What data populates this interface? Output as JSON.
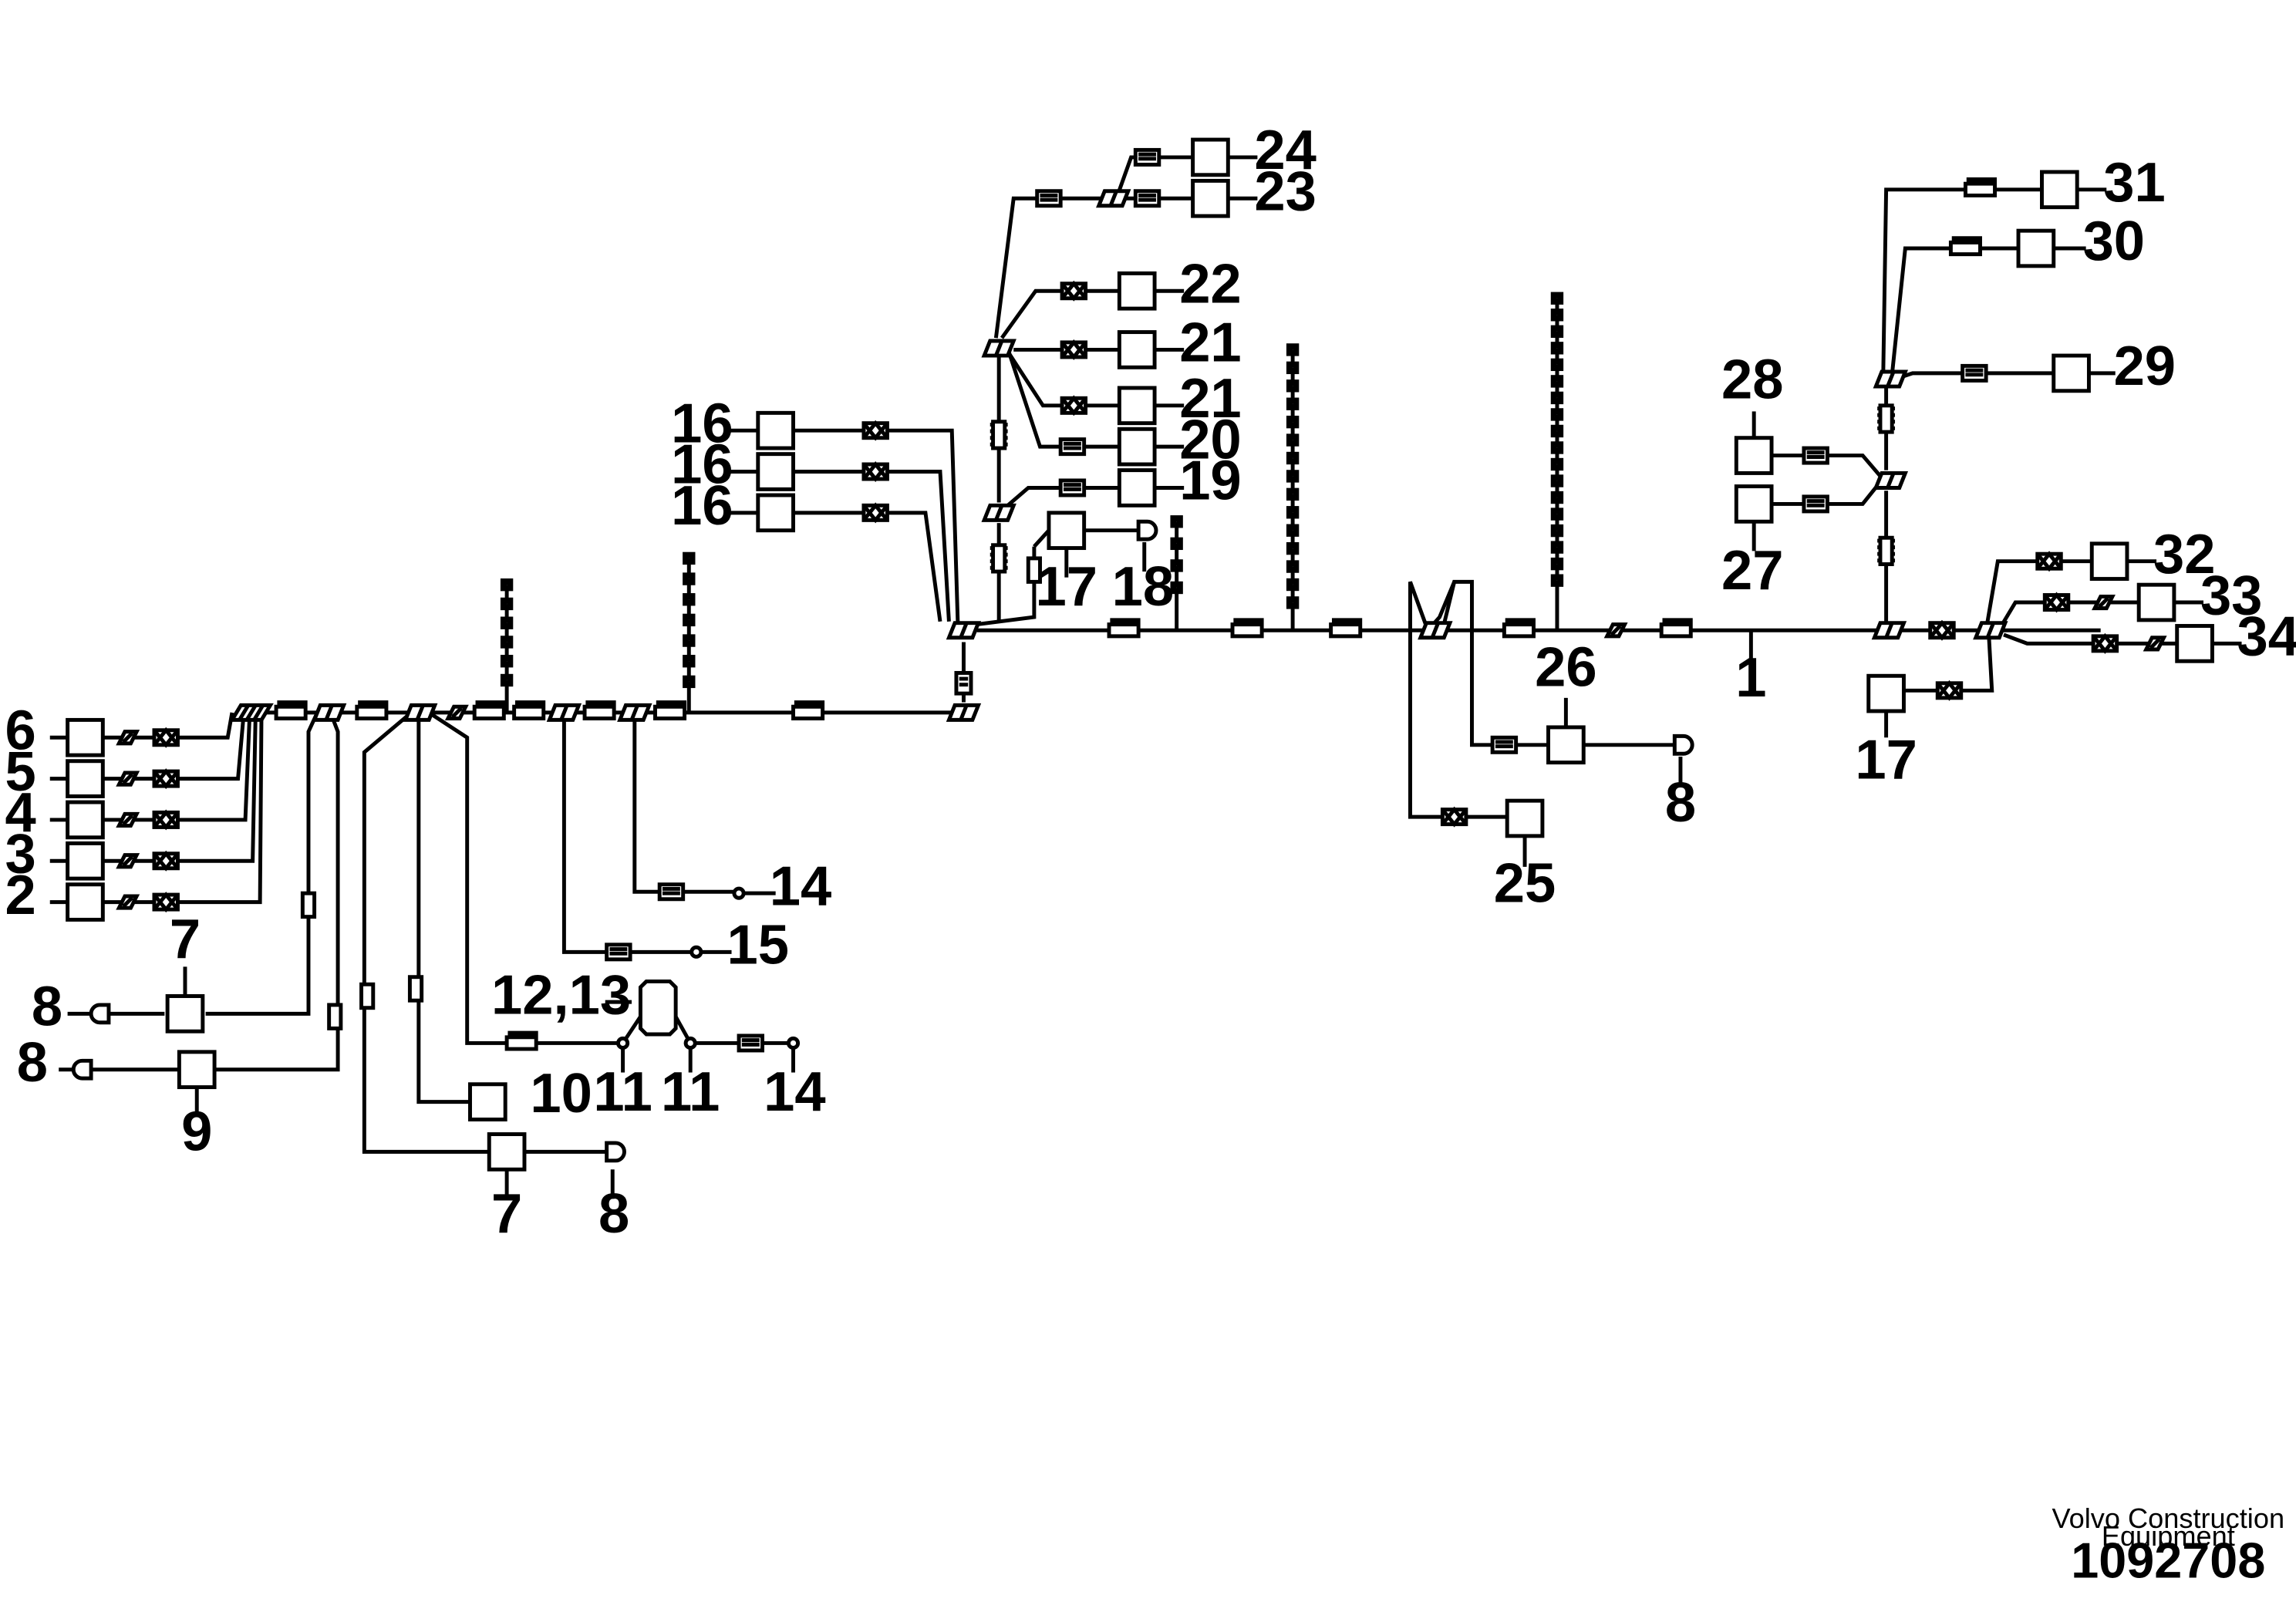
{
  "callouts": [
    {
      "id": "c1",
      "text": "1"
    },
    {
      "id": "c2",
      "text": "2"
    },
    {
      "id": "c3",
      "text": "3"
    },
    {
      "id": "c4",
      "text": "4"
    },
    {
      "id": "c5",
      "text": "5"
    },
    {
      "id": "c6",
      "text": "6"
    },
    {
      "id": "c7a",
      "text": "7"
    },
    {
      "id": "c7b",
      "text": "7"
    },
    {
      "id": "c8a",
      "text": "8"
    },
    {
      "id": "c8b",
      "text": "8"
    },
    {
      "id": "c8c",
      "text": "8"
    },
    {
      "id": "c8d",
      "text": "8"
    },
    {
      "id": "c9",
      "text": "9"
    },
    {
      "id": "c10",
      "text": "10"
    },
    {
      "id": "c11a",
      "text": "11"
    },
    {
      "id": "c11b",
      "text": "11"
    },
    {
      "id": "c1213",
      "text": "12,13"
    },
    {
      "id": "c14a",
      "text": "14"
    },
    {
      "id": "c14b",
      "text": "14"
    },
    {
      "id": "c15",
      "text": "15"
    },
    {
      "id": "c16a",
      "text": "16"
    },
    {
      "id": "c16b",
      "text": "16"
    },
    {
      "id": "c16c",
      "text": "16"
    },
    {
      "id": "c17a",
      "text": "17"
    },
    {
      "id": "c17b",
      "text": "17"
    },
    {
      "id": "c18",
      "text": "18"
    },
    {
      "id": "c19",
      "text": "19"
    },
    {
      "id": "c20",
      "text": "20"
    },
    {
      "id": "c21a",
      "text": "21"
    },
    {
      "id": "c21b",
      "text": "21"
    },
    {
      "id": "c22",
      "text": "22"
    },
    {
      "id": "c23",
      "text": "23"
    },
    {
      "id": "c24",
      "text": "24"
    },
    {
      "id": "c25",
      "text": "25"
    },
    {
      "id": "c26",
      "text": "26"
    },
    {
      "id": "c27",
      "text": "27"
    },
    {
      "id": "c28",
      "text": "28"
    },
    {
      "id": "c29",
      "text": "29"
    },
    {
      "id": "c30",
      "text": "30"
    },
    {
      "id": "c31",
      "text": "31"
    },
    {
      "id": "c32",
      "text": "32"
    },
    {
      "id": "c33",
      "text": "33"
    },
    {
      "id": "c34",
      "text": "34"
    }
  ],
  "footer": {
    "company_line1": "Volvo Construction",
    "company_line2": "Equipment",
    "drawing_number": "1092708"
  },
  "colors": {
    "line": "#000000",
    "background": "#ffffff"
  }
}
